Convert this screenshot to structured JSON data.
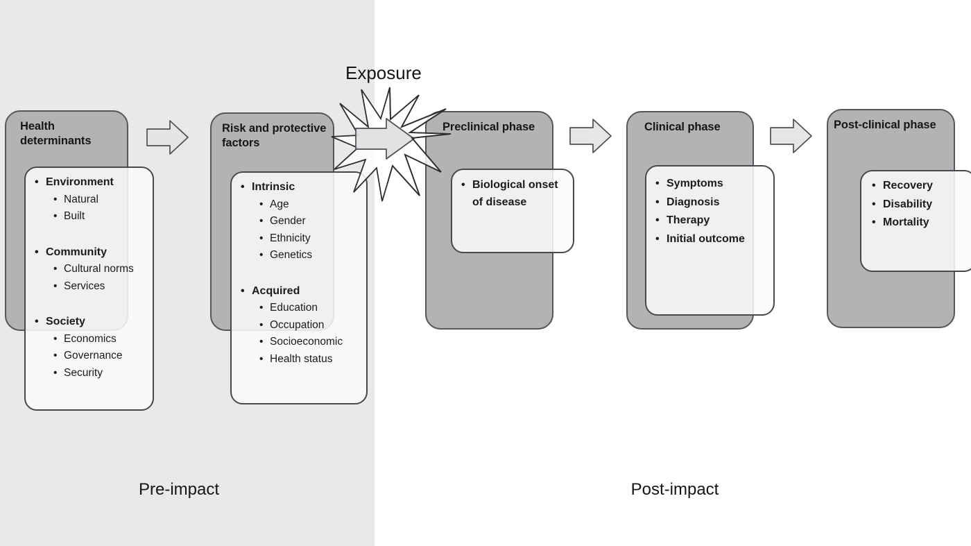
{
  "diagram": {
    "exposure_label": "Exposure",
    "pre_impact_label": "Pre-impact",
    "post_impact_label": "Post-impact"
  },
  "colors": {
    "pre_impact_bg": "#e9e9e9",
    "post_impact_bg": "#ffffff",
    "phase_box_fill": "#b3b3b6",
    "phase_box_border": "#55555a",
    "detail_box_fill": "#fafafb",
    "detail_box_border": "#48484c",
    "arrow_fill": "#e4e4e5",
    "arrow_border": "#4f4f53",
    "text": "#1b1b1d"
  },
  "phases": [
    {
      "title": "Health determinants",
      "items": [
        {
          "label": "Environment",
          "level": 1
        },
        {
          "label": "Natural",
          "level": 2
        },
        {
          "label": "Built",
          "level": 2
        },
        {
          "label": "Community",
          "level": 1
        },
        {
          "label": "Cultural norms",
          "level": 2
        },
        {
          "label": "Services",
          "level": 2
        },
        {
          "label": "Society",
          "level": 1
        },
        {
          "label": "Economics",
          "level": 2
        },
        {
          "label": "Governance",
          "level": 2
        },
        {
          "label": "Security",
          "level": 2
        }
      ]
    },
    {
      "title": "Risk and protective factors",
      "items": [
        {
          "label": "Intrinsic",
          "level": 1
        },
        {
          "label": "Age",
          "level": 2
        },
        {
          "label": "Gender",
          "level": 2
        },
        {
          "label": "Ethnicity",
          "level": 2
        },
        {
          "label": "Genetics",
          "level": 2
        },
        {
          "label": "Acquired",
          "level": 1
        },
        {
          "label": "Education",
          "level": 2
        },
        {
          "label": "Occupation",
          "level": 2
        },
        {
          "label": "Socioeconomic",
          "level": 2
        },
        {
          "label": "Health status",
          "level": 2
        }
      ]
    },
    {
      "title": "Preclinical phase",
      "items": [
        {
          "label": "Biological onset of disease",
          "level": 1
        }
      ]
    },
    {
      "title": "Clinical phase",
      "items": [
        {
          "label": "Symptoms",
          "level": 1
        },
        {
          "label": "Diagnosis",
          "level": 1
        },
        {
          "label": "Therapy",
          "level": 1
        },
        {
          "label": "Initial outcome",
          "level": 1
        }
      ]
    },
    {
      "title": "Post-clinical phase",
      "items": [
        {
          "label": "Recovery",
          "level": 1
        },
        {
          "label": "Disability",
          "level": 1
        },
        {
          "label": "Mortality",
          "level": 1
        }
      ]
    }
  ]
}
